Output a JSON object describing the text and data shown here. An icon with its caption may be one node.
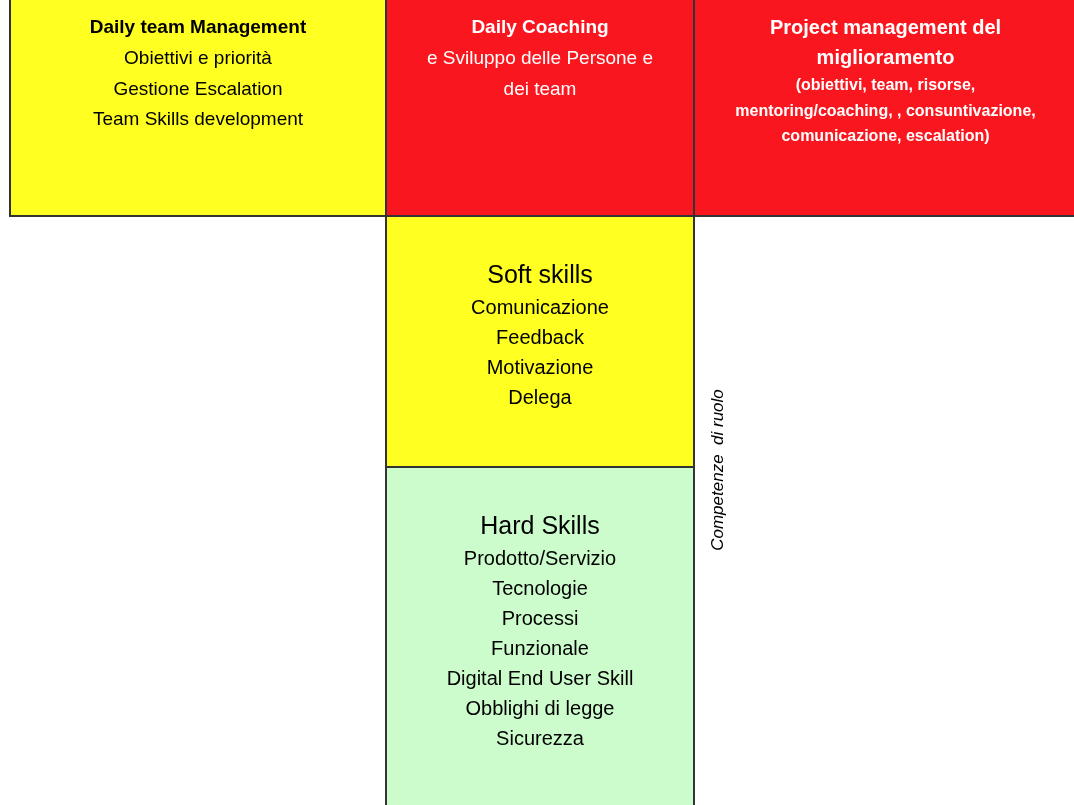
{
  "diagram": {
    "nodes": [
      {
        "text": [
          "Daily team Management",
          "Obiettivi e priorità",
          "Gestione Escalation",
          "Team Skills development"
        ]
      },
      {
        "text": [
          "Daily Coaching",
          "e  Sviluppo delle Persone e dei team"
        ]
      },
      {
        "text": [
          "Project management del miglioramento",
          "(obiettivi, team, risorse, mentoring/coaching, , consuntivazione, comunicazione, escalation)"
        ]
      },
      {
        "text": [
          "Soft skills",
          "Comunicazione",
          "Feedback",
          "Motivazione",
          "Delega"
        ]
      },
      {
        "text": [
          "Hard Skills",
          "Prodotto/Servizio",
          "Tecnologie",
          "Processi",
          "Funzionale",
          "Digital End User Skill",
          "Obblighi di legge",
          "Sicurezza"
        ]
      }
    ],
    "labels": [
      "Competenze  di ruolo"
    ]
  }
}
